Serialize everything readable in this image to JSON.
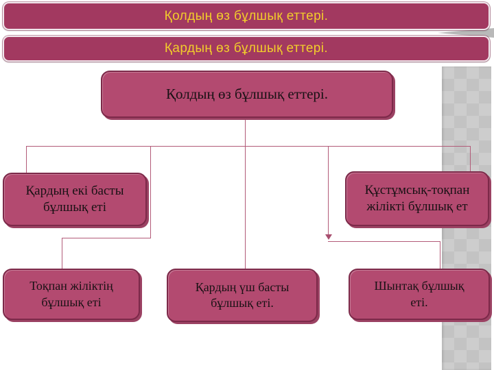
{
  "banners": [
    {
      "label": "Қолдың өз бұлшық еттері."
    },
    {
      "label": "Қардың өз бұлшық еттері."
    }
  ],
  "diagram": {
    "root": {
      "label": "Қолдың өз бұлшық еттері."
    },
    "nodes": [
      {
        "label": "Қардың екі басты бұлшық еті"
      },
      {
        "label": "Құстұмсық-тоқпан жілікті бұлшық ет"
      },
      {
        "label": "Тоқпан жіліктің бұлшық еті"
      },
      {
        "label": "Қардың үш басты бұлшық еті."
      },
      {
        "label": "Шынтақ бұлшық еті."
      }
    ]
  },
  "colors": {
    "banner_fill": "#a23960",
    "banner_text": "#f2cd2b",
    "node_fill": "#b34a70",
    "node_border": "#7c2949",
    "node_shadow": "#9b4263",
    "node_text": "#181114",
    "connector": "#b25a78",
    "gray_column": "#cdcdcd",
    "background": "#ffffff"
  }
}
